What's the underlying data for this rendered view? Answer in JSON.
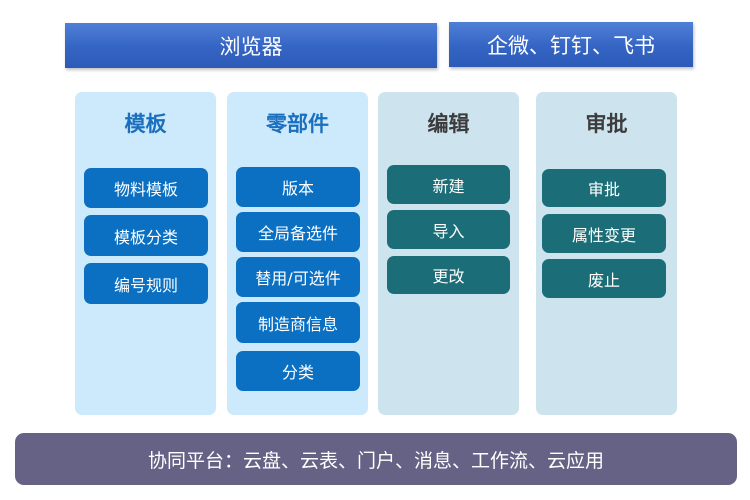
{
  "top": {
    "browser": "浏览器",
    "im_clients": "企微、钉钉、飞书"
  },
  "columns": [
    {
      "title": "模板",
      "style": "blue",
      "items": [
        "物料模板",
        "模板分类",
        "编号规则"
      ]
    },
    {
      "title": "零部件",
      "style": "blue",
      "items": [
        "版本",
        "全局备选件",
        "替用/可选件",
        "制造商信息",
        "分类"
      ]
    },
    {
      "title": "编辑",
      "style": "teal",
      "items": [
        "新建",
        "导入",
        "更改"
      ]
    },
    {
      "title": "审批",
      "style": "teal",
      "items": [
        "审批",
        "属性变更",
        "废止"
      ]
    }
  ],
  "bottom": {
    "platform": "协同平台：云盘、云表、门户、消息、工作流、云应用"
  },
  "colors": {
    "top_bar": "#3565c4",
    "panel_blue": "#cdeafc",
    "panel_teal": "#cde4ef",
    "button_blue": "#0b6fc2",
    "button_teal": "#1b6e77",
    "title_blue": "#1b6fbf",
    "title_dark": "#3c3c3c",
    "bottom_bar": "#656285"
  }
}
